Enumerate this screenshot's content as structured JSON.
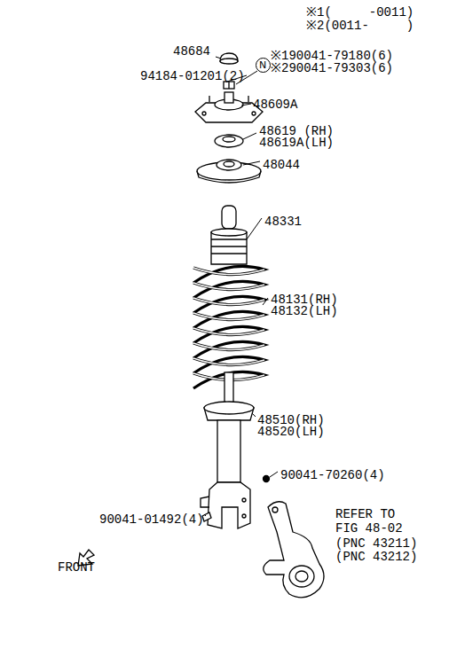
{
  "diagram": {
    "nodes": [
      {
        "text": [
          "N"
        ]
      }
    ],
    "labels": [
      "※1(     -0011)",
      "※2(0011-     )",
      "48684",
      "※190041-79180(6)",
      "※290041-79303(6)",
      "94184-01201(2)",
      "48609A",
      "48619 (RH)",
      "48619A(LH)",
      "48044",
      "48331",
      "48131(RH)",
      "48132(LH)",
      "48510(RH)",
      "48520(LH)",
      "90041-70260(4)",
      "90041-01492(4)",
      "REFER TO",
      "FIG 48-02",
      "(PNC 43211)",
      "(PNC 43212)",
      "FRONT"
    ]
  }
}
